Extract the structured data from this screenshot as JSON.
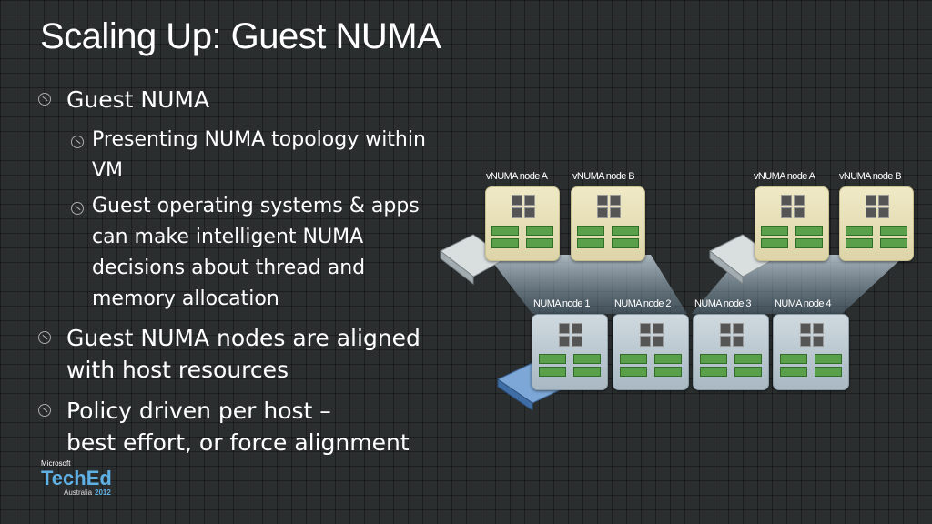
{
  "slide": {
    "title": "Scaling Up: Guest NUMA",
    "bullets": [
      {
        "text": "Guest NUMA"
      },
      {
        "text_lines": [
          "Presenting NUMA topology within",
          "VM"
        ]
      },
      {
        "text_lines": [
          "Guest operating systems & apps",
          "can make intelligent NUMA",
          "decisions about thread and",
          "memory allocation"
        ]
      },
      {
        "text_lines": [
          "Guest NUMA  nodes are aligned",
          "with host resources"
        ]
      },
      {
        "text_lines": [
          "Policy driven per host –",
          "best effort, or force alignment"
        ]
      }
    ]
  },
  "diagram": {
    "vm1_labels": [
      "vNUMA node A",
      "vNUMA node B"
    ],
    "vm2_labels": [
      "vNUMA node A",
      "vNUMA node B"
    ],
    "host_labels": [
      "NUMA node 1",
      "NUMA node 2",
      "NUMA node 3",
      "NUMA node 4"
    ]
  },
  "logo": {
    "brand": "Microsoft",
    "event": "TechEd",
    "region": "Australia",
    "year": "2012"
  },
  "colors": {
    "accent": "#5fb1e5",
    "memory_green": "#5aa04a",
    "vnode_fill": "#efe9c6",
    "host_node_fill": "#cfd9df"
  }
}
